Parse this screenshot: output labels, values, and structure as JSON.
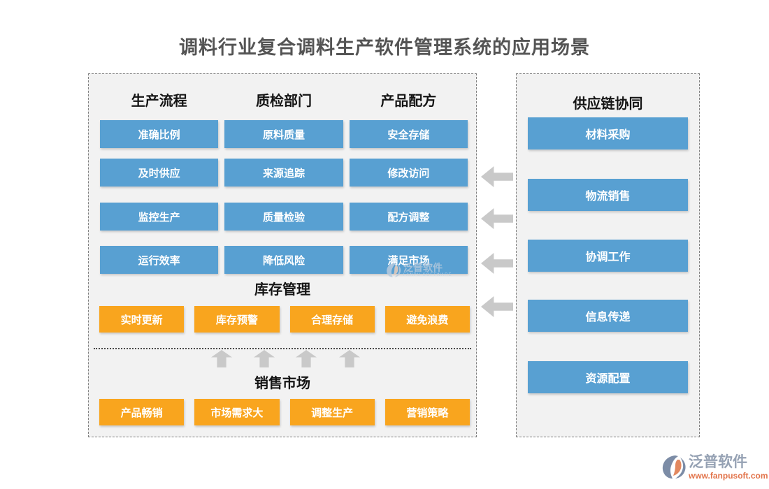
{
  "title": "调料行业复合调料生产软件管理系统的应用场景",
  "left_panel": {
    "columns": [
      {
        "header": "生产流程",
        "items": [
          "准确比例",
          "及时供应",
          "监控生产",
          "运行效率"
        ]
      },
      {
        "header": "质检部门",
        "items": [
          "原料质量",
          "来源追踪",
          "质量检验",
          "降低风险"
        ]
      },
      {
        "header": "产品配方",
        "items": [
          "安全存储",
          "修改访问",
          "配方调整",
          "满足市场"
        ]
      }
    ],
    "inventory": {
      "header": "库存管理",
      "items": [
        "实时更新",
        "库存预警",
        "合理存储",
        "避免浪费"
      ]
    },
    "sales": {
      "header": "销售市场",
      "items": [
        "产品畅销",
        "市场需求大",
        "调整生产",
        "营销策略"
      ]
    }
  },
  "right_panel": {
    "header": "供应链协同",
    "items": [
      "材料采购",
      "物流销售",
      "协调工作",
      "信息传递",
      "资源配置"
    ]
  },
  "watermark": {
    "name": "泛普软件",
    "subtitle": "FANPU SOFTWARE"
  },
  "logo": {
    "name": "泛普软件",
    "url": "www.fanpusoft.com"
  },
  "icons": {
    "left_flow": "left-arrow-icon",
    "up_flow": "up-arrow-icon",
    "brand": "fanpu-logo-icon"
  },
  "colors": {
    "blue_button": "#58a0d2",
    "orange_button": "#f9a51e",
    "panel_background": "#f2f2f2",
    "dashed_border": "#7f7f7f",
    "arrow_gray": "#c9c9c9",
    "title_text": "#545454",
    "header_text": "#141414",
    "logo_name_text": "#96a2b4",
    "logo_url_text": "#e2744b"
  }
}
